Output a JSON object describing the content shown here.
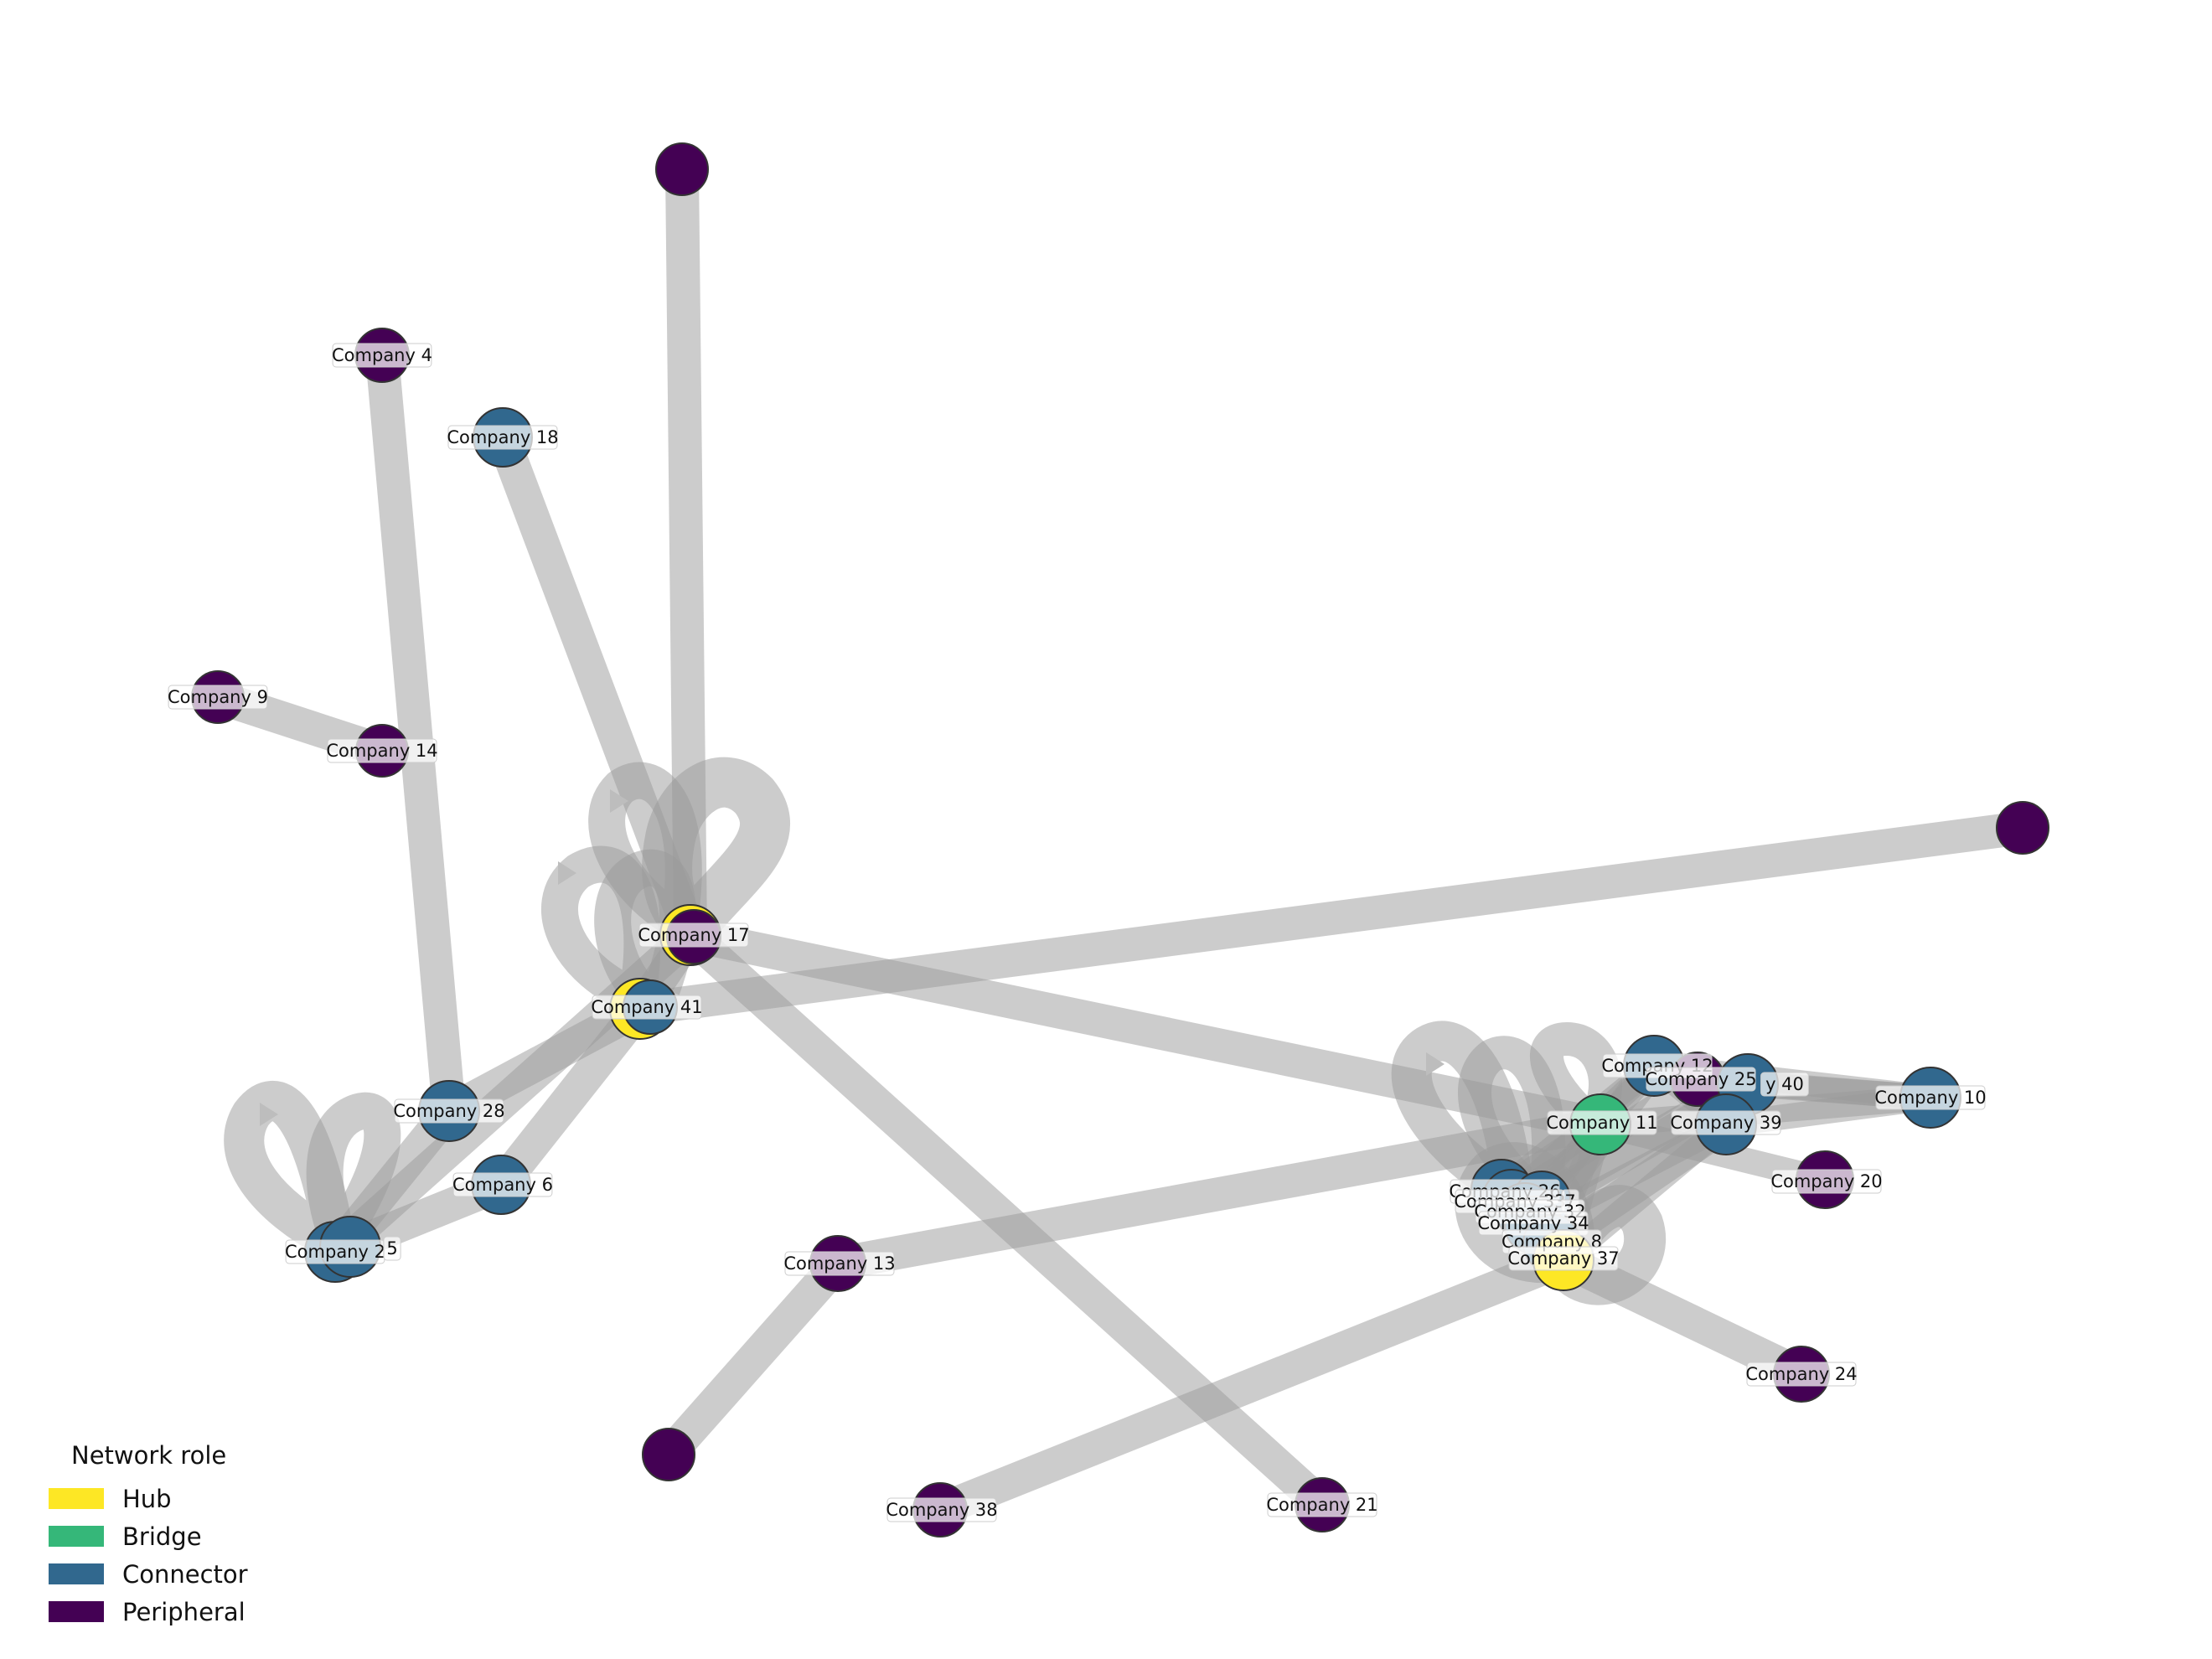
{
  "legend": {
    "title": "Network role",
    "items": [
      {
        "label": "Hub",
        "color": "#fde725"
      },
      {
        "label": "Bridge",
        "color": "#35b779"
      },
      {
        "label": "Connector",
        "color": "#31688e"
      },
      {
        "label": "Peripheral",
        "color": "#440154"
      }
    ]
  },
  "nodes": [
    {
      "id": "c17",
      "label": "Company 17",
      "role": "Hub"
    },
    {
      "id": "c17b",
      "label": "",
      "role": "Peripheral"
    },
    {
      "id": "c41",
      "label": "Company 41",
      "role": "Hub"
    },
    {
      "id": "c41b",
      "label": "",
      "role": "Connector"
    },
    {
      "id": "c4",
      "label": "Company 4",
      "role": "Peripheral"
    },
    {
      "id": "c18",
      "label": "Company 18",
      "role": "Connector"
    },
    {
      "id": "c9",
      "label": "Company 9",
      "role": "Peripheral"
    },
    {
      "id": "c14",
      "label": "Company 14",
      "role": "Peripheral"
    },
    {
      "id": "c28",
      "label": "Company 28",
      "role": "Connector"
    },
    {
      "id": "c6",
      "label": "Company 6",
      "role": "Connector"
    },
    {
      "id": "c2",
      "label": "Company 2",
      "role": "Connector"
    },
    {
      "id": "c5",
      "label": "5",
      "role": "Connector"
    },
    {
      "id": "c13",
      "label": "Company 13",
      "role": "Peripheral"
    },
    {
      "id": "c38",
      "label": "Company 38",
      "role": "Peripheral"
    },
    {
      "id": "c21",
      "label": "Company 21",
      "role": "Peripheral"
    },
    {
      "id": "top",
      "label": "",
      "role": "Peripheral"
    },
    {
      "id": "right",
      "label": "",
      "role": "Peripheral"
    },
    {
      "id": "bottom",
      "label": "",
      "role": "Peripheral"
    },
    {
      "id": "c12",
      "label": "Company 12",
      "role": "Connector"
    },
    {
      "id": "c25",
      "label": "Company 25",
      "role": "Peripheral"
    },
    {
      "id": "c40",
      "label": "y 40",
      "role": "Connector"
    },
    {
      "id": "c10",
      "label": "Company 10",
      "role": "Connector"
    },
    {
      "id": "c11",
      "label": "Company 11",
      "role": "Bridge"
    },
    {
      "id": "c39",
      "label": "Company 39",
      "role": "Connector"
    },
    {
      "id": "c20",
      "label": "Company 20",
      "role": "Peripheral"
    },
    {
      "id": "c26",
      "label": "Company 26",
      "role": "Connector"
    },
    {
      "id": "c33",
      "label": "Company 33",
      "role": "Connector"
    },
    {
      "id": "c7",
      "label": "7",
      "role": "Connector"
    },
    {
      "id": "c32",
      "label": "Company 32",
      "role": "Connector"
    },
    {
      "id": "c34",
      "label": "Company 34",
      "role": "Connector"
    },
    {
      "id": "c8",
      "label": "Company 8",
      "role": "Connector"
    },
    {
      "id": "c37",
      "label": "Company 37",
      "role": "Hub"
    },
    {
      "id": "c24",
      "label": "Company 24",
      "role": "Peripheral"
    }
  ]
}
